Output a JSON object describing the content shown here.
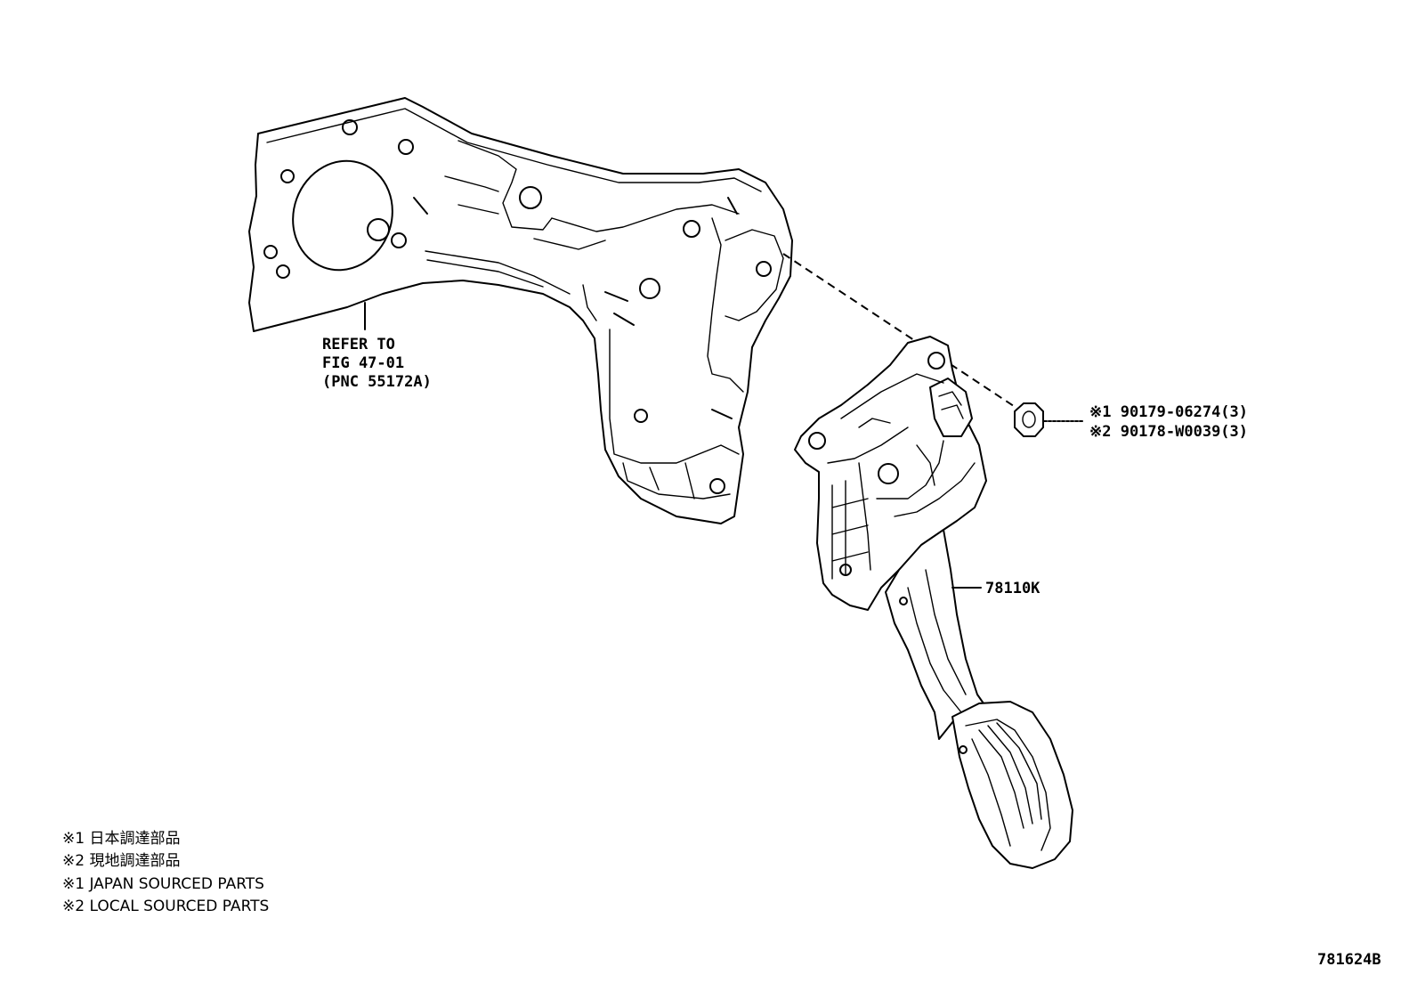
{
  "bracket_callout": {
    "line1": "REFER TO",
    "line2": "FIG 47-01",
    "line3": "(PNC 55172A)"
  },
  "pedal_callout": "78110K",
  "nut_callouts": [
    "※1 90179-06274(3)",
    "※2 90178-W0039(3)"
  ],
  "legend": [
    "※1  日本調達部品",
    "※2  現地調達部品",
    "※1  JAPAN SOURCED PARTS",
    "※2  LOCAL SOURCED PARTS"
  ],
  "figure_id": "781624B"
}
